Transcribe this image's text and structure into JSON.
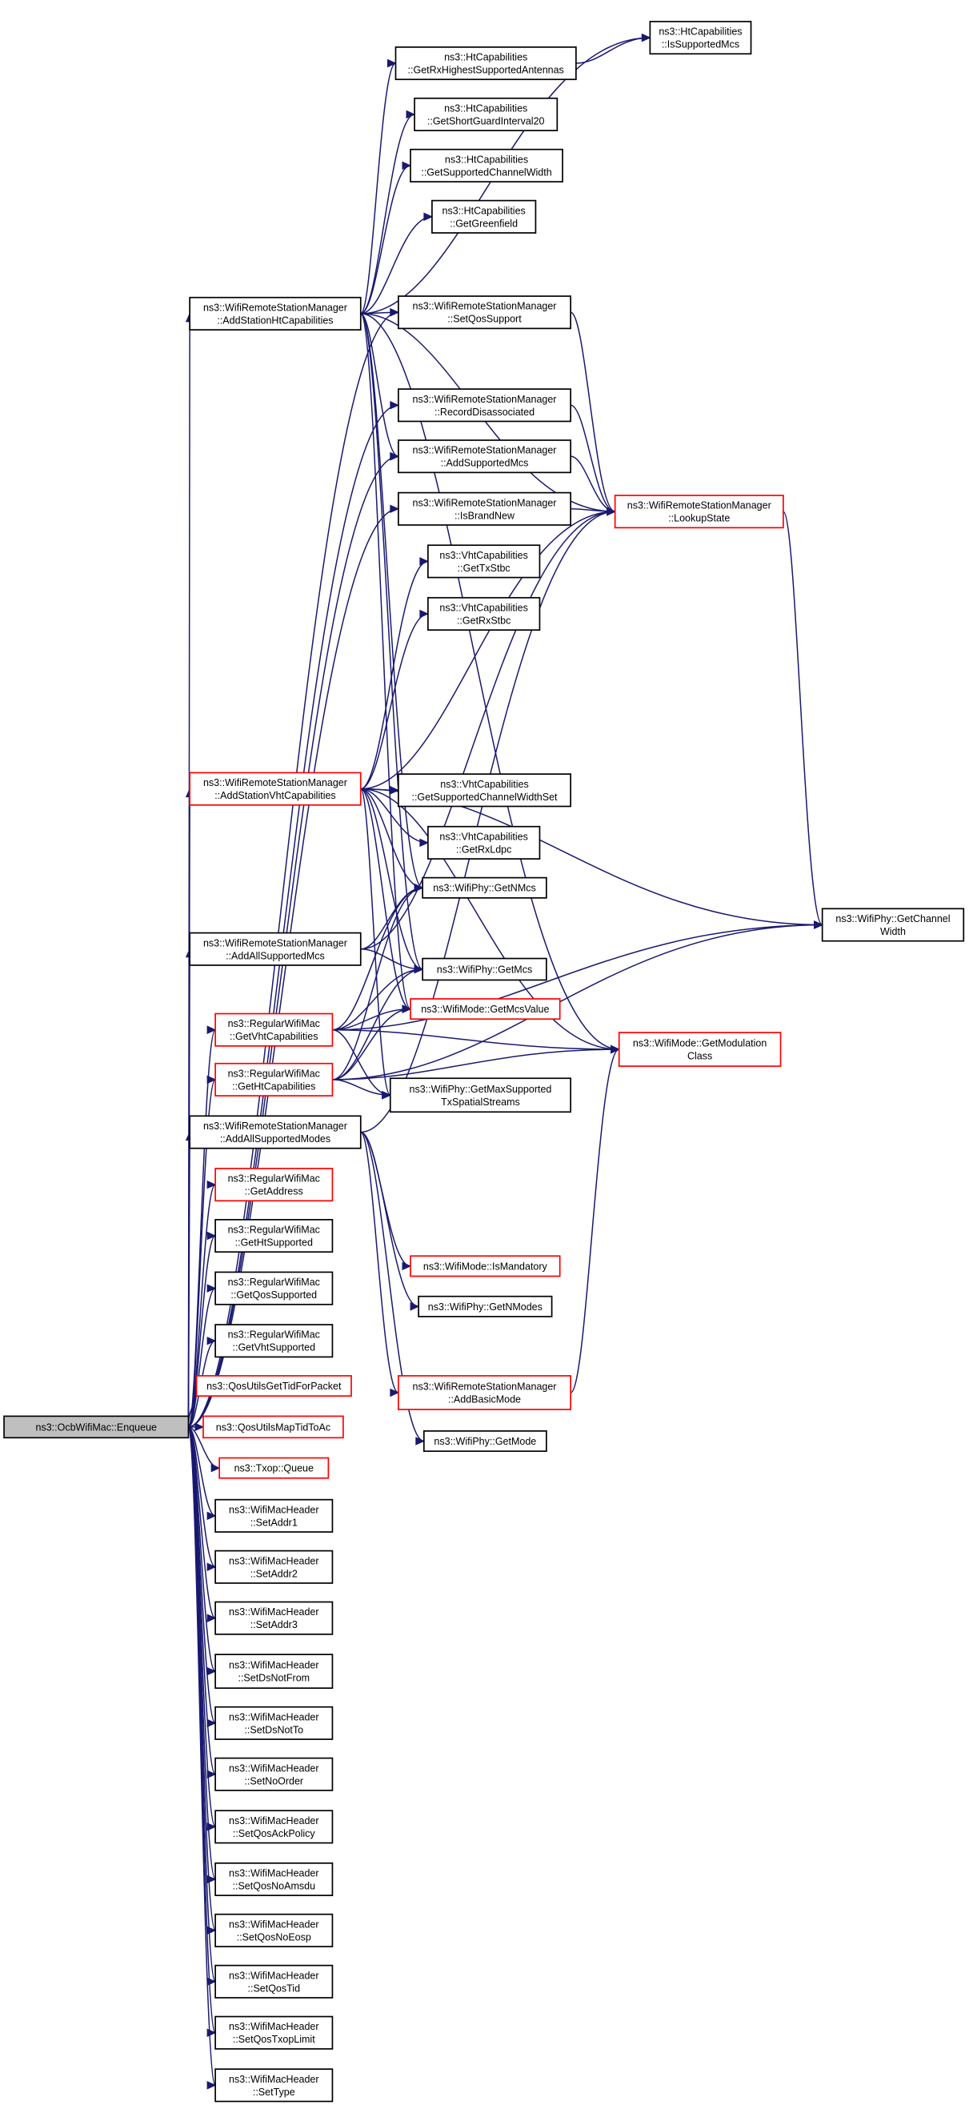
{
  "graph": {
    "nodes": [
      {
        "id": "enqueue",
        "lines": [
          "ns3::OcbWifiMac::Enqueue"
        ],
        "style": "root"
      },
      {
        "id": "ht_issupported",
        "lines": [
          "ns3::HtCapabilities",
          "::IsSupportedMcs"
        ],
        "style": "normal"
      },
      {
        "id": "ht_getrx",
        "lines": [
          "ns3::HtCapabilities",
          "::GetRxHighestSupportedAntennas"
        ],
        "style": "normal"
      },
      {
        "id": "ht_sgi20",
        "lines": [
          "ns3::HtCapabilities",
          "::GetShortGuardInterval20"
        ],
        "style": "normal"
      },
      {
        "id": "ht_chw",
        "lines": [
          "ns3::HtCapabilities",
          "::GetSupportedChannelWidth"
        ],
        "style": "normal"
      },
      {
        "id": "ht_gf",
        "lines": [
          "ns3::HtCapabilities",
          "::GetGreenfield"
        ],
        "style": "normal"
      },
      {
        "id": "wrsm_addht",
        "lines": [
          "ns3::WifiRemoteStationManager",
          "::AddStationHtCapabilities"
        ],
        "style": "normal"
      },
      {
        "id": "wrsm_setqos",
        "lines": [
          "ns3::WifiRemoteStationManager",
          "::SetQosSupport"
        ],
        "style": "normal"
      },
      {
        "id": "wrsm_recdis",
        "lines": [
          "ns3::WifiRemoteStationManager",
          "::RecordDisassociated"
        ],
        "style": "normal"
      },
      {
        "id": "wrsm_addmcs",
        "lines": [
          "ns3::WifiRemoteStationManager",
          "::AddSupportedMcs"
        ],
        "style": "normal"
      },
      {
        "id": "wrsm_isbrand",
        "lines": [
          "ns3::WifiRemoteStationManager",
          "::IsBrandNew"
        ],
        "style": "normal"
      },
      {
        "id": "wrsm_lookup",
        "lines": [
          "ns3::WifiRemoteStationManager",
          "::LookupState"
        ],
        "style": "red"
      },
      {
        "id": "vht_txstbc",
        "lines": [
          "ns3::VhtCapabilities",
          "::GetTxStbc"
        ],
        "style": "normal"
      },
      {
        "id": "vht_rxstbc",
        "lines": [
          "ns3::VhtCapabilities",
          "::GetRxStbc"
        ],
        "style": "normal"
      },
      {
        "id": "wrsm_addvht",
        "lines": [
          "ns3::WifiRemoteStationManager",
          "::AddStationVhtCapabilities"
        ],
        "style": "red"
      },
      {
        "id": "vht_chwset",
        "lines": [
          "ns3::VhtCapabilities",
          "::GetSupportedChannelWidthSet"
        ],
        "style": "normal"
      },
      {
        "id": "vht_rxldpc",
        "lines": [
          "ns3::VhtCapabilities",
          "::GetRxLdpc"
        ],
        "style": "normal"
      },
      {
        "id": "phy_getnmcs",
        "lines": [
          "ns3::WifiPhy::GetNMcs"
        ],
        "style": "normal"
      },
      {
        "id": "wrsm_addallmcs",
        "lines": [
          "ns3::WifiRemoteStationManager",
          "::AddAllSupportedMcs"
        ],
        "style": "normal"
      },
      {
        "id": "phy_getmcs",
        "lines": [
          "ns3::WifiPhy::GetMcs"
        ],
        "style": "normal"
      },
      {
        "id": "phy_getchw",
        "lines": [
          "ns3::WifiPhy::GetChannel",
          "Width"
        ],
        "style": "normal"
      },
      {
        "id": "rwm_getvht",
        "lines": [
          "ns3::RegularWifiMac",
          "::GetVhtCapabilities"
        ],
        "style": "red"
      },
      {
        "id": "mode_mcsval",
        "lines": [
          "ns3::WifiMode::GetMcsValue"
        ],
        "style": "red"
      },
      {
        "id": "mode_modclass",
        "lines": [
          "ns3::WifiMode::GetModulation",
          "Class"
        ],
        "style": "red"
      },
      {
        "id": "rwm_getht",
        "lines": [
          "ns3::RegularWifiMac",
          "::GetHtCapabilities"
        ],
        "style": "red"
      },
      {
        "id": "phy_maxtx",
        "lines": [
          "ns3::WifiPhy::GetMaxSupported",
          "TxSpatialStreams"
        ],
        "style": "normal"
      },
      {
        "id": "wrsm_addallmodes",
        "lines": [
          "ns3::WifiRemoteStationManager",
          "::AddAllSupportedModes"
        ],
        "style": "normal"
      },
      {
        "id": "rwm_getaddr",
        "lines": [
          "ns3::RegularWifiMac",
          "::GetAddress"
        ],
        "style": "red"
      },
      {
        "id": "rwm_htsup",
        "lines": [
          "ns3::RegularWifiMac",
          "::GetHtSupported"
        ],
        "style": "normal"
      },
      {
        "id": "mode_ismand",
        "lines": [
          "ns3::WifiMode::IsMandatory"
        ],
        "style": "red"
      },
      {
        "id": "rwm_qossup",
        "lines": [
          "ns3::RegularWifiMac",
          "::GetQosSupported"
        ],
        "style": "normal"
      },
      {
        "id": "phy_getnmodes",
        "lines": [
          "ns3::WifiPhy::GetNModes"
        ],
        "style": "normal"
      },
      {
        "id": "rwm_vhtsup",
        "lines": [
          "ns3::RegularWifiMac",
          "::GetVhtSupported"
        ],
        "style": "normal"
      },
      {
        "id": "qos_gettid",
        "lines": [
          "ns3::QosUtilsGetTidForPacket"
        ],
        "style": "red"
      },
      {
        "id": "wrsm_addbasic",
        "lines": [
          "ns3::WifiRemoteStationManager",
          "::AddBasicMode"
        ],
        "style": "red"
      },
      {
        "id": "qos_maptid",
        "lines": [
          "ns3::QosUtilsMapTidToAc"
        ],
        "style": "red"
      },
      {
        "id": "phy_getmode",
        "lines": [
          "ns3::WifiPhy::GetMode"
        ],
        "style": "normal"
      },
      {
        "id": "txop_queue",
        "lines": [
          "ns3::Txop::Queue"
        ],
        "style": "red"
      },
      {
        "id": "hdr_addr1",
        "lines": [
          "ns3::WifiMacHeader",
          "::SetAddr1"
        ],
        "style": "normal"
      },
      {
        "id": "hdr_addr2",
        "lines": [
          "ns3::WifiMacHeader",
          "::SetAddr2"
        ],
        "style": "normal"
      },
      {
        "id": "hdr_addr3",
        "lines": [
          "ns3::WifiMacHeader",
          "::SetAddr3"
        ],
        "style": "normal"
      },
      {
        "id": "hdr_dsnotfrom",
        "lines": [
          "ns3::WifiMacHeader",
          "::SetDsNotFrom"
        ],
        "style": "normal"
      },
      {
        "id": "hdr_dsnotto",
        "lines": [
          "ns3::WifiMacHeader",
          "::SetDsNotTo"
        ],
        "style": "normal"
      },
      {
        "id": "hdr_noorder",
        "lines": [
          "ns3::WifiMacHeader",
          "::SetNoOrder"
        ],
        "style": "normal"
      },
      {
        "id": "hdr_qosack",
        "lines": [
          "ns3::WifiMacHeader",
          "::SetQosAckPolicy"
        ],
        "style": "normal"
      },
      {
        "id": "hdr_qosnoamsdu",
        "lines": [
          "ns3::WifiMacHeader",
          "::SetQosNoAmsdu"
        ],
        "style": "normal"
      },
      {
        "id": "hdr_qosnoeosp",
        "lines": [
          "ns3::WifiMacHeader",
          "::SetQosNoEosp"
        ],
        "style": "normal"
      },
      {
        "id": "hdr_qostid",
        "lines": [
          "ns3::WifiMacHeader",
          "::SetQosTid"
        ],
        "style": "normal"
      },
      {
        "id": "hdr_qostxop",
        "lines": [
          "ns3::WifiMacHeader",
          "::SetQosTxopLimit"
        ],
        "style": "normal"
      },
      {
        "id": "hdr_settype",
        "lines": [
          "ns3::WifiMacHeader",
          "::SetType"
        ],
        "style": "normal"
      }
    ],
    "edges": [
      [
        "enqueue",
        "wrsm_addht"
      ],
      [
        "enqueue",
        "wrsm_recdis"
      ],
      [
        "enqueue",
        "wrsm_addmcs"
      ],
      [
        "enqueue",
        "wrsm_isbrand"
      ],
      [
        "enqueue",
        "wrsm_addvht"
      ],
      [
        "enqueue",
        "wrsm_addallmcs"
      ],
      [
        "enqueue",
        "rwm_getvht"
      ],
      [
        "enqueue",
        "rwm_getht"
      ],
      [
        "enqueue",
        "wrsm_addallmodes"
      ],
      [
        "enqueue",
        "rwm_getaddr"
      ],
      [
        "enqueue",
        "rwm_htsup"
      ],
      [
        "enqueue",
        "rwm_qossup"
      ],
      [
        "enqueue",
        "rwm_vhtsup"
      ],
      [
        "enqueue",
        "qos_gettid"
      ],
      [
        "enqueue",
        "qos_maptid"
      ],
      [
        "enqueue",
        "txop_queue"
      ],
      [
        "enqueue",
        "hdr_addr1"
      ],
      [
        "enqueue",
        "hdr_addr2"
      ],
      [
        "enqueue",
        "hdr_addr3"
      ],
      [
        "enqueue",
        "hdr_dsnotfrom"
      ],
      [
        "enqueue",
        "hdr_dsnotto"
      ],
      [
        "enqueue",
        "hdr_noorder"
      ],
      [
        "enqueue",
        "hdr_qosack"
      ],
      [
        "enqueue",
        "hdr_qosnoamsdu"
      ],
      [
        "enqueue",
        "hdr_qosnoeosp"
      ],
      [
        "enqueue",
        "hdr_qostid"
      ],
      [
        "enqueue",
        "hdr_qostxop"
      ],
      [
        "enqueue",
        "hdr_settype"
      ],
      [
        "enqueue",
        "wrsm_setqos"
      ],
      [
        "wrsm_addht",
        "ht_getrx"
      ],
      [
        "wrsm_addht",
        "ht_issupported"
      ],
      [
        "wrsm_addht",
        "ht_sgi20"
      ],
      [
        "wrsm_addht",
        "ht_chw"
      ],
      [
        "wrsm_addht",
        "ht_gf"
      ],
      [
        "wrsm_addht",
        "wrsm_setqos"
      ],
      [
        "wrsm_addht",
        "wrsm_lookup"
      ],
      [
        "wrsm_addht",
        "wrsm_addmcs"
      ],
      [
        "wrsm_addht",
        "phy_getnmcs"
      ],
      [
        "wrsm_addht",
        "phy_getmcs"
      ],
      [
        "wrsm_addht",
        "mode_mcsval"
      ],
      [
        "wrsm_addht",
        "mode_modclass"
      ],
      [
        "ht_getrx",
        "ht_issupported"
      ],
      [
        "wrsm_setqos",
        "wrsm_lookup"
      ],
      [
        "wrsm_recdis",
        "wrsm_lookup"
      ],
      [
        "wrsm_addmcs",
        "wrsm_lookup"
      ],
      [
        "wrsm_isbrand",
        "wrsm_lookup"
      ],
      [
        "wrsm_lookup",
        "phy_getchw"
      ],
      [
        "wrsm_addvht",
        "vht_txstbc"
      ],
      [
        "wrsm_addvht",
        "vht_rxstbc"
      ],
      [
        "wrsm_addvht",
        "wrsm_lookup"
      ],
      [
        "wrsm_addvht",
        "vht_chwset"
      ],
      [
        "wrsm_addvht",
        "vht_rxldpc"
      ],
      [
        "wrsm_addvht",
        "phy_getnmcs"
      ],
      [
        "wrsm_addvht",
        "phy_getmcs"
      ],
      [
        "wrsm_addvht",
        "mode_mcsval"
      ],
      [
        "wrsm_addvht",
        "phy_maxtx"
      ],
      [
        "wrsm_addvht",
        "phy_getchw"
      ],
      [
        "wrsm_addvht",
        "mode_modclass"
      ],
      [
        "wrsm_addallmcs",
        "phy_getnmcs"
      ],
      [
        "wrsm_addallmcs",
        "phy_getmcs"
      ],
      [
        "wrsm_addallmcs",
        "wrsm_lookup"
      ],
      [
        "rwm_getvht",
        "phy_getnmcs"
      ],
      [
        "rwm_getvht",
        "phy_getmcs"
      ],
      [
        "rwm_getvht",
        "mode_mcsval"
      ],
      [
        "rwm_getvht",
        "mode_modclass"
      ],
      [
        "rwm_getvht",
        "phy_maxtx"
      ],
      [
        "rwm_getvht",
        "phy_getchw"
      ],
      [
        "rwm_getht",
        "phy_getnmcs"
      ],
      [
        "rwm_getht",
        "phy_getmcs"
      ],
      [
        "rwm_getht",
        "mode_mcsval"
      ],
      [
        "rwm_getht",
        "mode_modclass"
      ],
      [
        "rwm_getht",
        "phy_maxtx"
      ],
      [
        "rwm_getht",
        "phy_getchw"
      ],
      [
        "wrsm_addallmodes",
        "mode_ismand"
      ],
      [
        "wrsm_addallmodes",
        "phy_getnmodes"
      ],
      [
        "wrsm_addallmodes",
        "wrsm_addbasic"
      ],
      [
        "wrsm_addallmodes",
        "phy_getmode"
      ],
      [
        "wrsm_addallmodes",
        "wrsm_lookup"
      ],
      [
        "wrsm_addbasic",
        "mode_modclass"
      ]
    ]
  },
  "colors": {
    "edge": "#191970",
    "border_normal": "#000000",
    "border_red": "#ff0000",
    "root_fill": "#bfbfbf",
    "node_fill": "#ffffff"
  }
}
